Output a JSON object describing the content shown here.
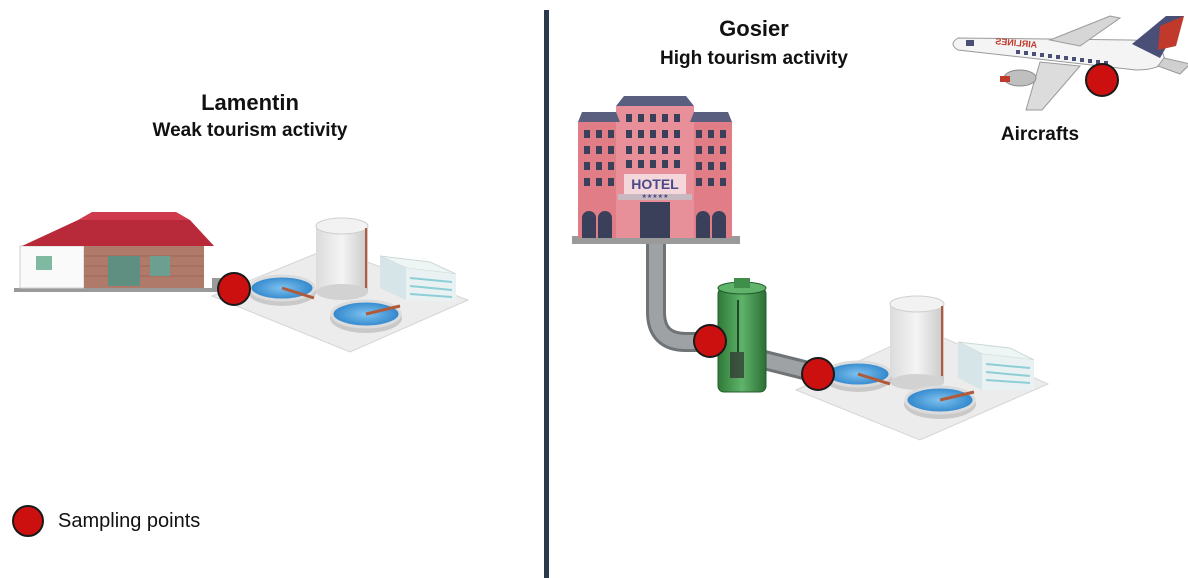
{
  "left_site": {
    "title": "Lamentin",
    "subtitle": "Weak tourism activity"
  },
  "right_site": {
    "title": "Gosier",
    "subtitle": "High tourism activity",
    "hotel_sign": "HOTEL",
    "hotel_stars": "★★★★★"
  },
  "aircraft": {
    "label": "Aircrafts",
    "livery_text": "AIRLINES"
  },
  "legend": {
    "label": "Sampling points"
  },
  "colors": {
    "sampling_point": "#cc1010",
    "divider": "#2b3a4a",
    "hotel": "#e07d86",
    "roof": "#b8293a",
    "separator_tank": "#3f8f4a",
    "pipe": "#8a8d90"
  }
}
